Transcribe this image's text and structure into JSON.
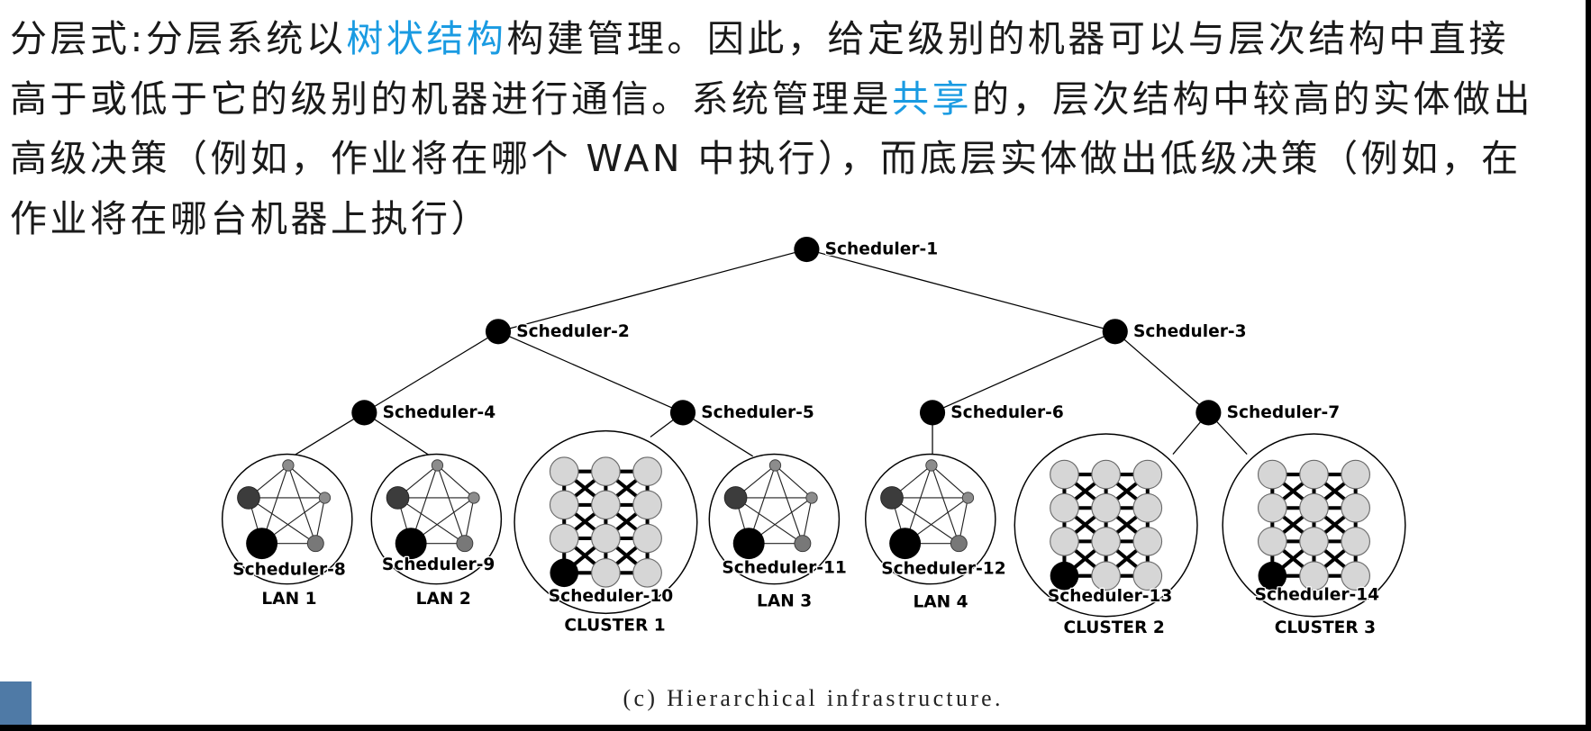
{
  "colors": {
    "text": "#1a1a1a",
    "highlight": "#1a9be2",
    "nav_block": "#4f7aa6",
    "frame": "#000000",
    "cluster_node": "#d6d6d6"
  },
  "paragraph": {
    "lines": [
      [
        {
          "text": "分层式:分层系统以"
        },
        {
          "text": "树状结构",
          "highlight": true
        },
        {
          "text": "构建管理。因此，给定级别的机器可以与层次结构中直接"
        }
      ],
      [
        {
          "text": "高于或低于它的级别的机器进行通信。系统管理是"
        },
        {
          "text": "共享",
          "highlight": true
        },
        {
          "text": "的，层次结构中较高的实体做出"
        }
      ],
      [
        {
          "text": "高级决策（例如，作业将在哪个 WAN 中执行），而底层实体做出低级决策（例如，在"
        }
      ],
      [
        {
          "text": "作业将在哪台机器上执行）"
        }
      ]
    ]
  },
  "diagram": {
    "root": "Scheduler-1",
    "level2": [
      "Scheduler-2",
      "Scheduler-3"
    ],
    "level3": [
      "Scheduler-4",
      "Scheduler-5",
      "Scheduler-6",
      "Scheduler-7"
    ],
    "groups": [
      {
        "scheduler": "Scheduler-8",
        "label": "LAN 1"
      },
      {
        "scheduler": "Scheduler-9",
        "label": "LAN 2"
      },
      {
        "scheduler": "Scheduler-10",
        "label": "CLUSTER 1"
      },
      {
        "scheduler": "Scheduler-11",
        "label": "LAN 3"
      },
      {
        "scheduler": "Scheduler-12",
        "label": "LAN 4"
      },
      {
        "scheduler": "Scheduler-13",
        "label": "CLUSTER 2"
      },
      {
        "scheduler": "Scheduler-14",
        "label": "CLUSTER 3"
      }
    ],
    "caption": "(c) Hierarchical infrastructure."
  }
}
